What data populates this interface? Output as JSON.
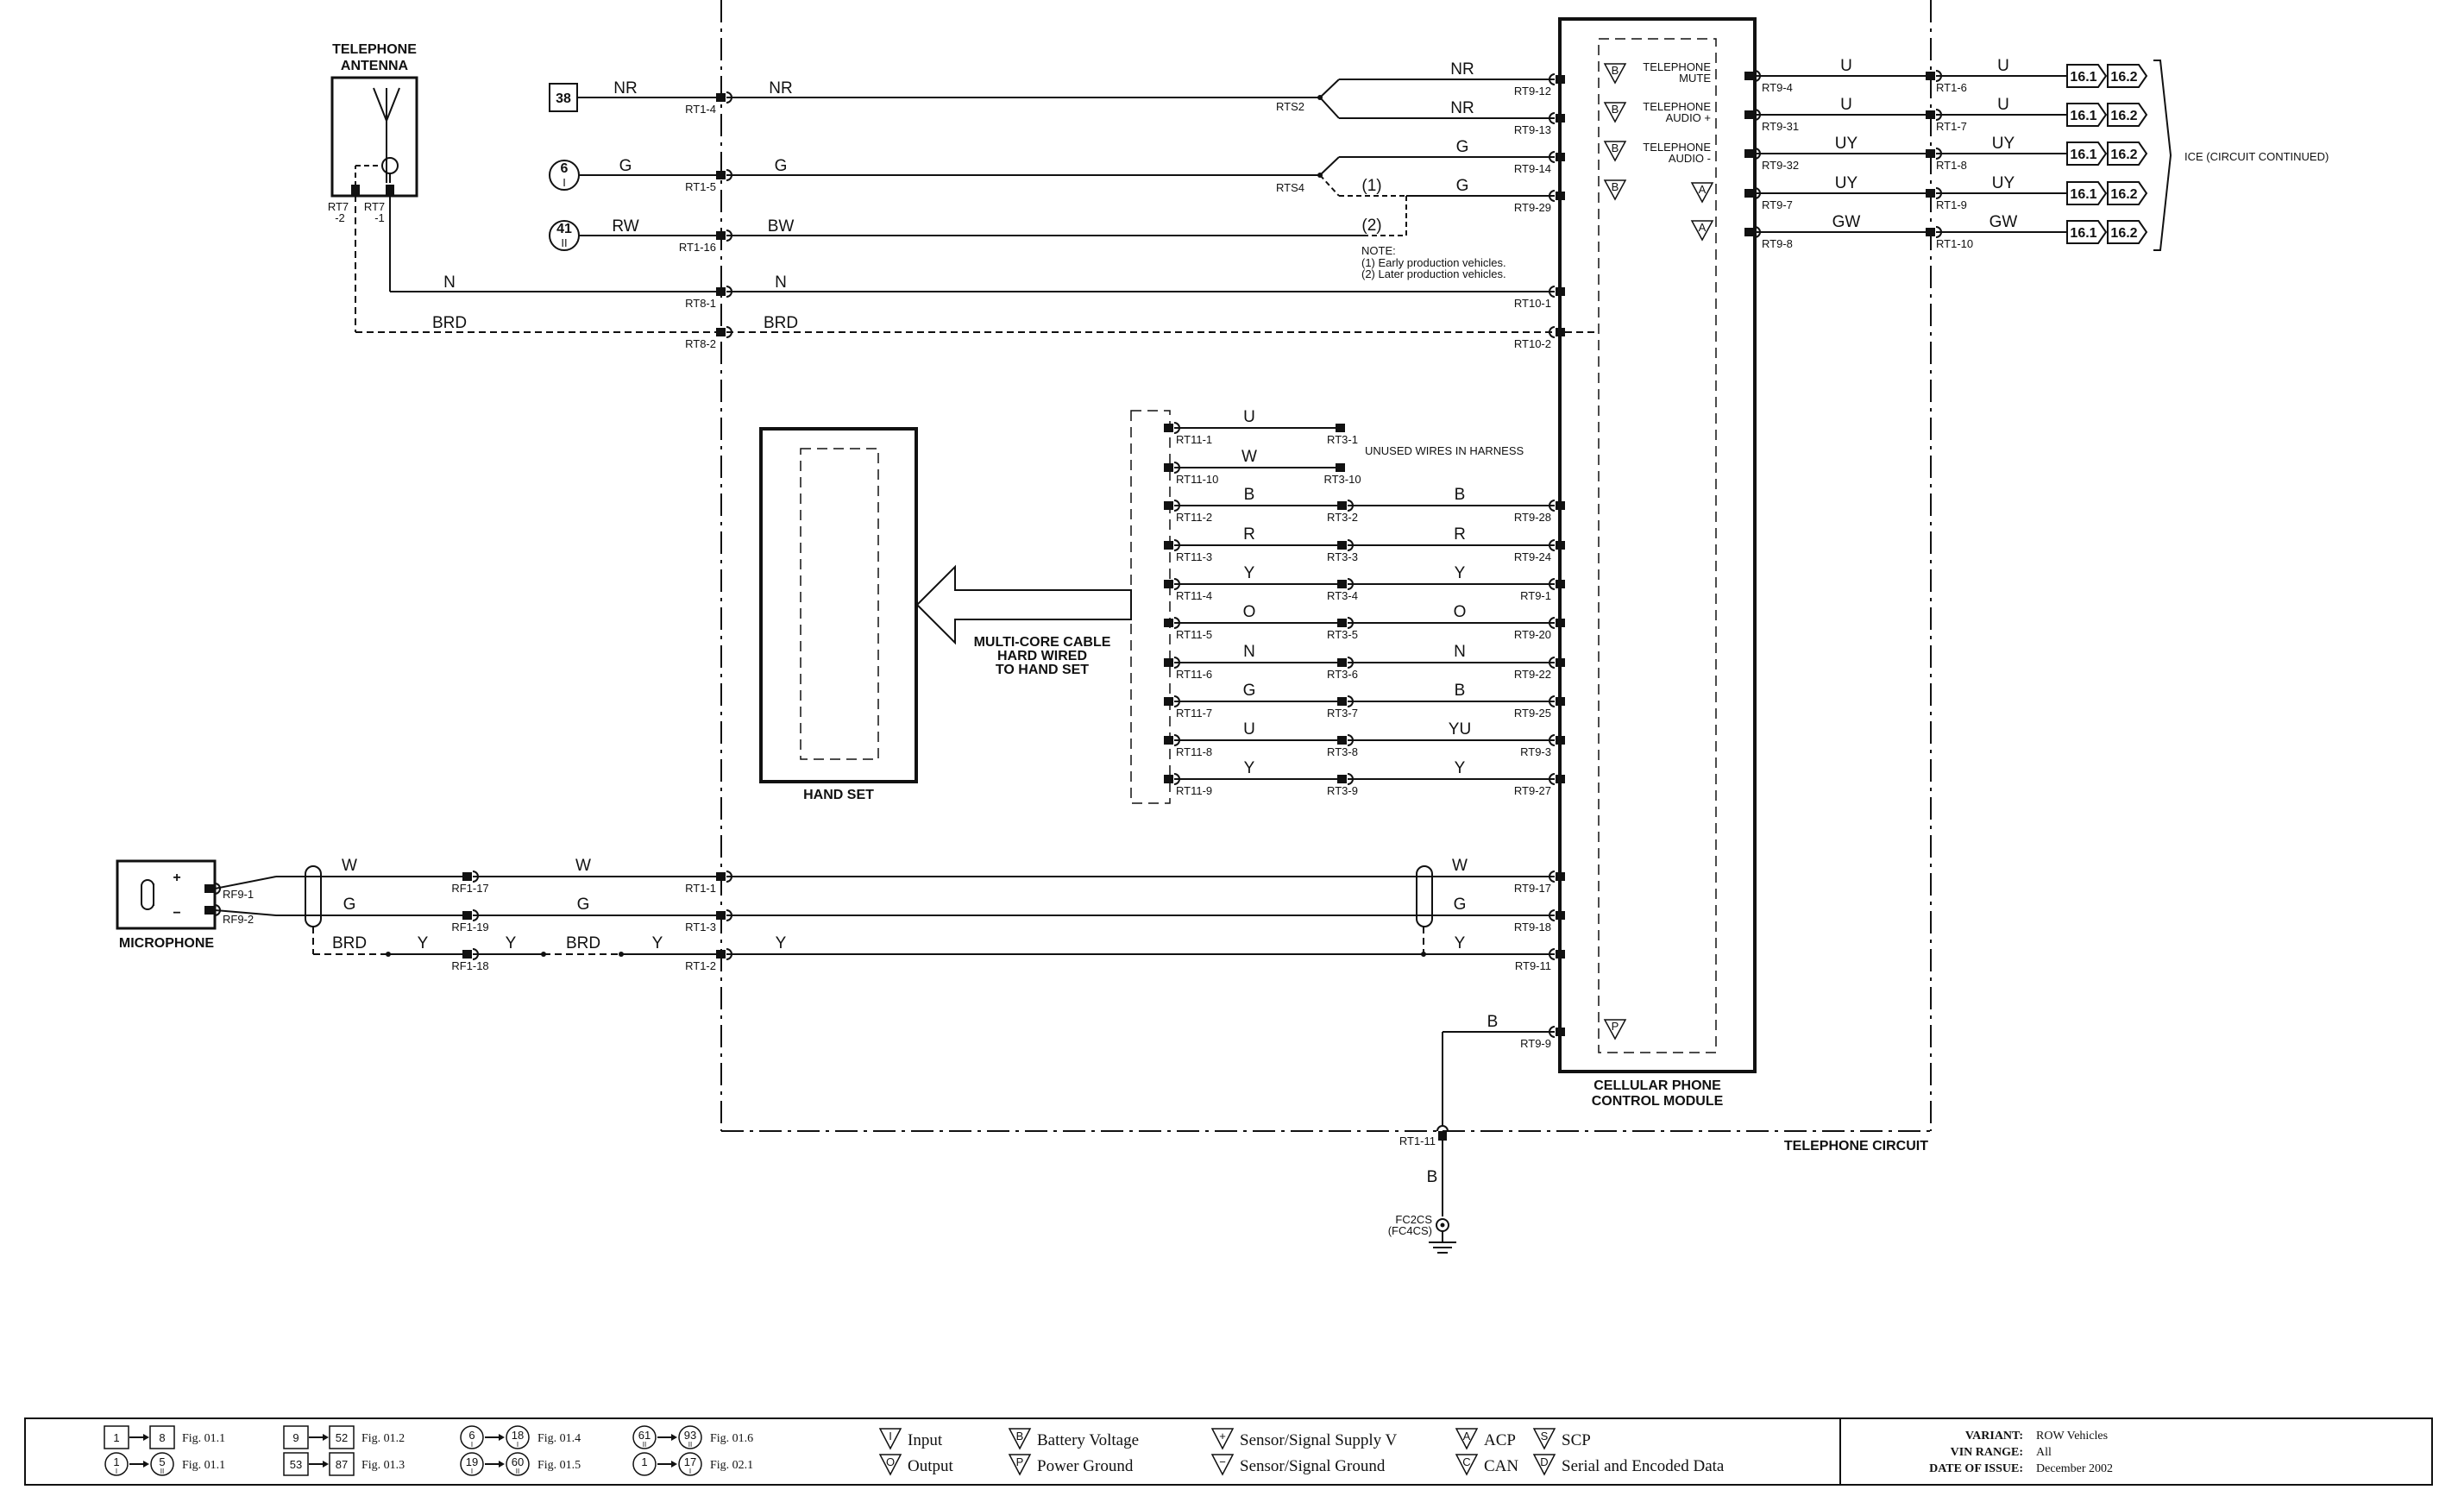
{
  "components": {
    "antenna": [
      "TELEPHONE",
      "ANTENNA"
    ],
    "microphone": "MICROPHONE",
    "handset": "HAND SET",
    "module": [
      "CELLULAR PHONE",
      "CONTROL MODULE"
    ],
    "circuit": "TELEPHONE CIRCUIT",
    "cable_note": [
      "MULTI-CORE CABLE",
      "HARD WIRED",
      "TO HAND SET"
    ],
    "unused": "UNUSED WIRES IN HARNESS",
    "ice": "ICE (CIRCUIT CONTINUED)",
    "note": [
      "NOTE:",
      "(1) Early production vehicles.",
      "(2) Later production vehicles."
    ],
    "ground": [
      "FC2CS",
      "(FC4CS)"
    ],
    "ant_pins": [
      "RT7",
      "-2",
      "RT7",
      "-1"
    ],
    "mic_pins": [
      "RF9-1",
      "RF9-2"
    ],
    "refs": [
      "38",
      "6",
      "41"
    ],
    "ref_subs": [
      "",
      "I",
      "II"
    ],
    "mod_in_labels": [
      [
        "TELEPHONE",
        "MUTE"
      ],
      [
        "TELEPHONE",
        "AUDIO +"
      ],
      [
        "TELEPHONE",
        "AUDIO -"
      ]
    ],
    "markers": [
      "B",
      "B",
      "B",
      "B",
      "A",
      "A",
      "P"
    ]
  },
  "top_wires": [
    {
      "left": "NR",
      "right": "NR",
      "lpin": "RT1-4",
      "mpin": "RT9-12",
      "splice": "RTS2"
    },
    {
      "right": "NR",
      "mpin": "RT9-13"
    },
    {
      "left": "G",
      "right": "G",
      "lpin": "RT1-5",
      "mpin": "RT9-14",
      "splice": "RTS4",
      "note": "(1)"
    },
    {
      "right": "G",
      "mpin": "RT9-29"
    },
    {
      "left": "RW",
      "mid": "BW",
      "lpin": "RT1-16",
      "note": "(2)"
    },
    {
      "left": "N",
      "right": "N",
      "lpin": "RT8-1",
      "mpin": "RT10-1"
    },
    {
      "left": "BRD",
      "right": "BRD",
      "lpin": "RT8-2",
      "mpin": "RT10-2"
    }
  ],
  "ice_rows": [
    {
      "pin": "RT9-4",
      "c1": "U",
      "xpin": "RT1-6",
      "c2": "U",
      "r1": "16.1",
      "r2": "16.2"
    },
    {
      "pin": "RT9-31",
      "c1": "U",
      "xpin": "RT1-7",
      "c2": "U",
      "r1": "16.1",
      "r2": "16.2"
    },
    {
      "pin": "RT9-32",
      "c1": "UY",
      "xpin": "RT1-8",
      "c2": "UY",
      "r1": "16.1",
      "r2": "16.2"
    },
    {
      "pin": "RT9-7",
      "c1": "UY",
      "xpin": "RT1-9",
      "c2": "UY",
      "r1": "16.1",
      "r2": "16.2"
    },
    {
      "pin": "RT9-8",
      "c1": "GW",
      "xpin": "RT1-10",
      "c2": "GW",
      "r1": "16.1",
      "r2": "16.2"
    }
  ],
  "handset_rows": [
    {
      "p1": "RT11-1",
      "c1": "U",
      "p2": "RT3-1"
    },
    {
      "p1": "RT11-10",
      "c1": "W",
      "p2": "RT3-10"
    },
    {
      "p1": "RT11-2",
      "c1": "B",
      "p2": "RT3-2",
      "c2": "B",
      "p3": "RT9-28"
    },
    {
      "p1": "RT11-3",
      "c1": "R",
      "p2": "RT3-3",
      "c2": "R",
      "p3": "RT9-24"
    },
    {
      "p1": "RT11-4",
      "c1": "Y",
      "p2": "RT3-4",
      "c2": "Y",
      "p3": "RT9-1"
    },
    {
      "p1": "RT11-5",
      "c1": "O",
      "p2": "RT3-5",
      "c2": "O",
      "p3": "RT9-20"
    },
    {
      "p1": "RT11-6",
      "c1": "N",
      "p2": "RT3-6",
      "c2": "N",
      "p3": "RT9-22"
    },
    {
      "p1": "RT11-7",
      "c1": "G",
      "p2": "RT3-7",
      "c2": "B",
      "p3": "RT9-25"
    },
    {
      "p1": "RT11-8",
      "c1": "U",
      "p2": "RT3-8",
      "c2": "YU",
      "p3": "RT9-3"
    },
    {
      "p1": "RT11-9",
      "c1": "Y",
      "p2": "RT3-9",
      "c2": "Y",
      "p3": "RT9-27"
    }
  ],
  "mic_wires": [
    {
      "c1": "W",
      "p1": "RF1-17",
      "c2": "W",
      "p2": "RT1-1",
      "c3": "W",
      "p3": "RT9-17"
    },
    {
      "c1": "G",
      "p1": "RF1-19",
      "c2": "G",
      "p2": "RT1-3",
      "c3": "G",
      "p3": "RT9-18"
    },
    {
      "c0": "BRD",
      "c1": "Y",
      "p1": "RF1-18",
      "c1b": "Y",
      "c2a": "BRD",
      "c2": "Y",
      "p2": "RT1-2",
      "c2b": "Y",
      "c3": "Y",
      "p3": "RT9-11"
    }
  ],
  "ground_wire": {
    "pin": "RT9-9",
    "color": "B",
    "xpin": "RT1-11",
    "color2": "B"
  },
  "footer": {
    "refs": [
      {
        "a": "1",
        "b": "8",
        "fig": "Fig. 01.1"
      },
      {
        "a": "1",
        "b": "5",
        "fig": "Fig. 01.1",
        "sa": "I",
        "sb": "II"
      },
      {
        "a": "9",
        "b": "52",
        "fig": "Fig. 01.2"
      },
      {
        "a": "53",
        "b": "87",
        "fig": "Fig. 01.3"
      },
      {
        "a": "6",
        "b": "18",
        "fig": "Fig. 01.4",
        "sa": "I",
        "sb": "I"
      },
      {
        "a": "19",
        "b": "60",
        "fig": "Fig. 01.5",
        "sa": "I",
        "sb": "II"
      },
      {
        "a": "61",
        "b": "93",
        "fig": "Fig. 01.6",
        "sa": "II",
        "sb": "II"
      },
      {
        "a": "1",
        "b": "17",
        "fig": "Fig. 02.1",
        "sa": "",
        "sb": "I"
      }
    ],
    "legend": [
      {
        "sym": "I",
        "text": "Input"
      },
      {
        "sym": "O",
        "text": "Output"
      },
      {
        "sym": "B",
        "text": "Battery Voltage"
      },
      {
        "sym": "P",
        "text": "Power Ground"
      },
      {
        "sym": "+",
        "text": "Sensor/Signal Supply V"
      },
      {
        "sym": "−",
        "text": "Sensor/Signal Ground"
      },
      {
        "sym": "A",
        "text": "ACP"
      },
      {
        "sym": "C",
        "text": "CAN"
      },
      {
        "sym": "S",
        "text": "SCP"
      },
      {
        "sym": "D",
        "text": "Serial and Encoded Data"
      }
    ],
    "variant_label": "VARIANT:",
    "variant": "ROW Vehicles",
    "vin_label": "VIN RANGE:",
    "vin": "All",
    "date_label": "DATE OF ISSUE:",
    "date": "December 2002"
  }
}
